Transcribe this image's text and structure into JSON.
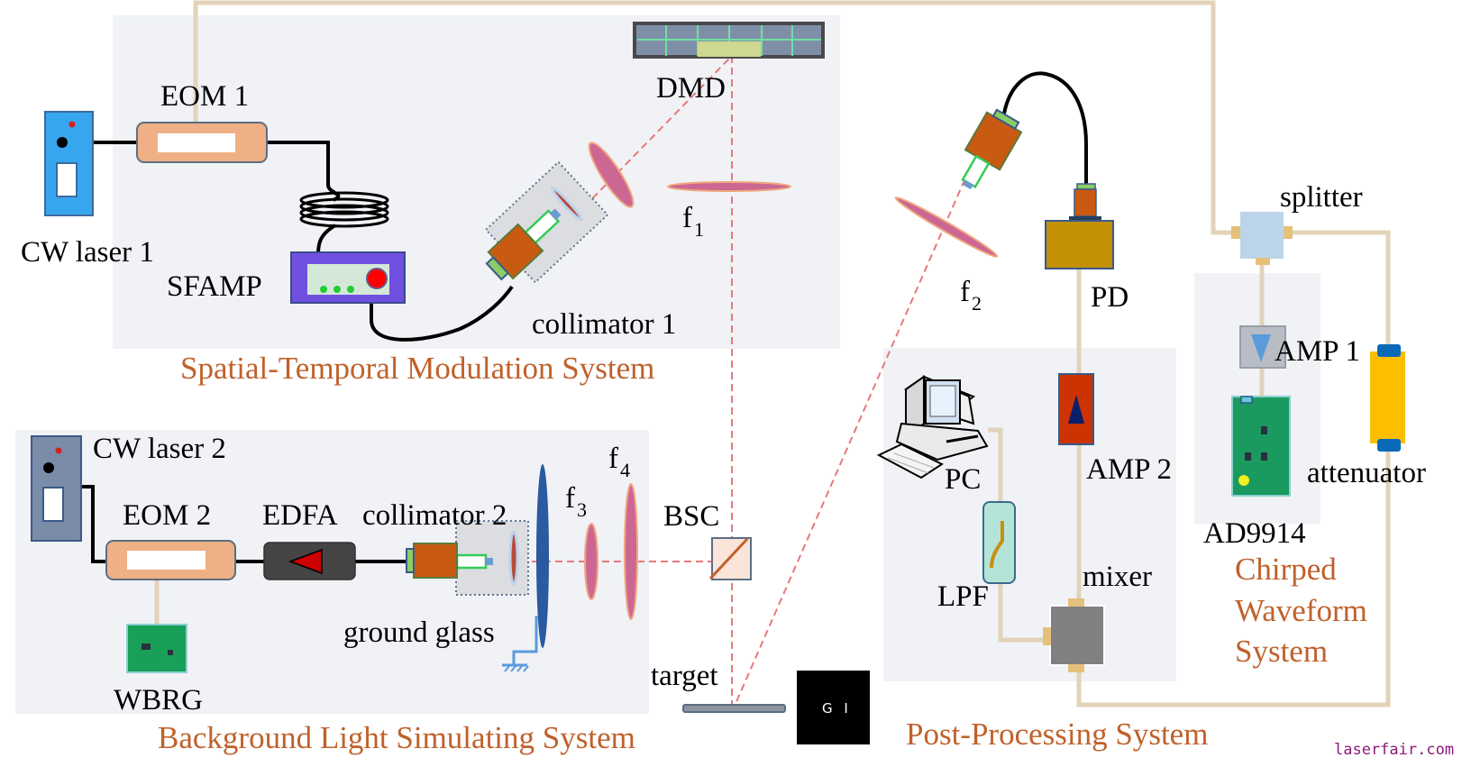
{
  "title": "Chirped-AM ghost imaging experimental setup",
  "systems": {
    "spatial_temporal": "Spatial-Temporal Modulation System",
    "background": "Background Light Simulating System",
    "post_processing": "Post-Processing System",
    "chirped_line1": "Chirped",
    "chirped_line2": "Waveform",
    "chirped_line3": "System"
  },
  "components": {
    "cw_laser_1": "CW laser 1",
    "eom_1": "EOM 1",
    "sfamp": "SFAMP",
    "collimator_1": "collimator 1",
    "dmd": "DMD",
    "f1": "f",
    "f1_sub": "1",
    "f2": "f",
    "f2_sub": "2",
    "f3": "f",
    "f3_sub": "3",
    "f4": "f",
    "f4_sub": "4",
    "pd": "PD",
    "splitter": "splitter",
    "amp_1": "AMP 1",
    "amp_2": "AMP 2",
    "attenuator": "attenuator",
    "ad9914": "AD9914",
    "pc": "PC",
    "lpf": "LPF",
    "mixer": "mixer",
    "cw_laser_2": "CW laser 2",
    "eom_2": "EOM 2",
    "edfa": "EDFA",
    "collimator_2": "collimator 2",
    "ground_glass": "ground glass",
    "wbrg": "WBRG",
    "bsc": "BSC",
    "target": "target",
    "gi_image": "G I"
  },
  "colors": {
    "system_label": "#c0612b",
    "rf_cable": "#e2d3b8",
    "beam": "#e8787a",
    "lens": "#cc6794",
    "panel": "#f0f2f6"
  },
  "watermark": "laserfair.com"
}
